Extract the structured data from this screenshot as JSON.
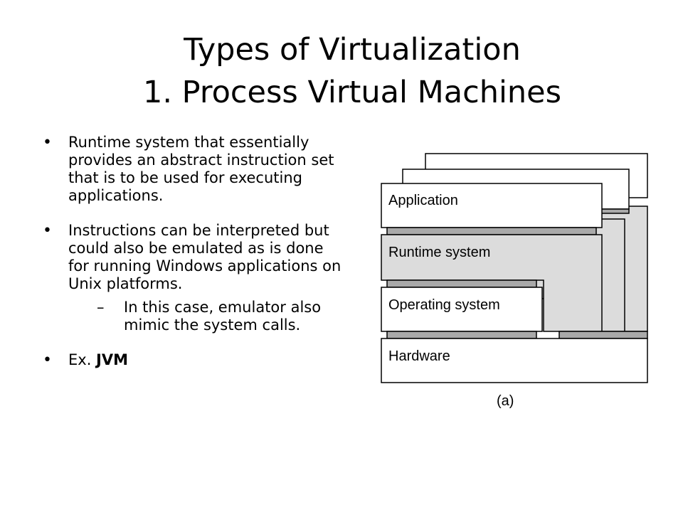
{
  "slide": {
    "title_line1": "Types of Virtualization",
    "title_line2": "1. Process Virtual Machines",
    "bullets": [
      {
        "text": "Runtime system that essentially provides an abstract instruction set that is to be used for executing applications."
      },
      {
        "text": "Instructions can be interpreted but could also be emulated as is done for running Windows applications on Unix platforms."
      },
      {
        "prefix": "Ex. ",
        "bold": "JVM"
      }
    ],
    "sub_bullet": "In this case, emulator also mimic the system calls.",
    "bullet_symbol": "•",
    "dash_symbol": "–"
  },
  "figure": {
    "layers": [
      "Application",
      "Runtime system",
      "Operating system",
      "Hardware"
    ],
    "caption": "(a)",
    "colors": {
      "white": "#ffffff",
      "shaded": "#dcdcdc",
      "interface": "#a9a9a9",
      "border": "#000000"
    }
  }
}
